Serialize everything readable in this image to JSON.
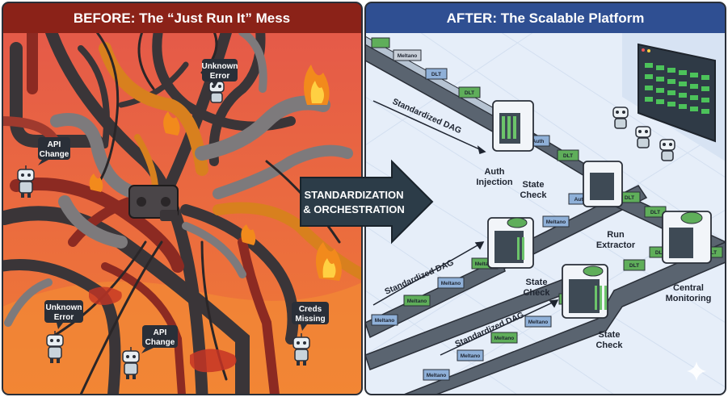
{
  "panels": {
    "before_title": "BEFORE: The “Just Run It” Mess",
    "after_title": "AFTER: The Scalable Platform"
  },
  "center_arrow": {
    "line1": "STANDARDIZATION",
    "line2": "& ORCHESTRATION"
  },
  "before_bubbles": [
    {
      "line1": "Unknown",
      "line2": "Error"
    },
    {
      "line1": "API",
      "line2": "Change"
    },
    {
      "line1": "Unknown",
      "line2": "Error"
    },
    {
      "line1": "API",
      "line2": "Change"
    },
    {
      "line1": "Creds",
      "line2": "Missing"
    }
  ],
  "after_labels": {
    "dag_1": "Standardized DAG",
    "dag_2": "Standardized DAG",
    "dag_3": "Standardized DAG",
    "auth_line1": "Auth",
    "auth_line2": "Injection",
    "state_check_1_line1": "State",
    "state_check_1_line2": "Check",
    "state_check_2_line1": "State",
    "state_check_2_line2": "Check",
    "state_check_3_line1": "State",
    "state_check_3_line2": "Check",
    "run_line1": "Run",
    "run_line2": "Extractor",
    "monitor_line1": "Central",
    "monitor_line2": "Monitoring"
  },
  "box_labels": {
    "meltano": "Meltano",
    "dlt": "DLT",
    "auth": "Auth"
  },
  "colors": {
    "before_header": "#8b2218",
    "after_header": "#2f4f92",
    "before_bg": "#e8604a",
    "after_bg": "#e6eef9",
    "arrow": "#2c3c48",
    "meltano_box": "#8fb0d8",
    "dlt_box": "#5fae5a",
    "pipe_dark": "#3a3538",
    "pipe_grey": "#7d7a7c",
    "pipe_orange": "#d8801e",
    "fire": "#f28a1c"
  }
}
